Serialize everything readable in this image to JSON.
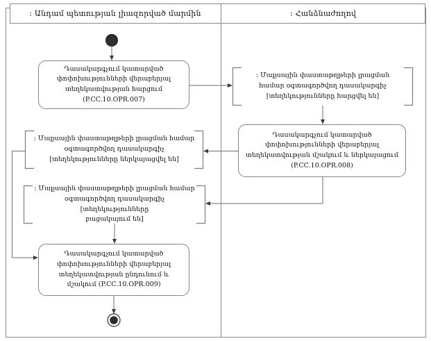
{
  "diagram": {
    "type": "uml-activity-swimlane",
    "lanes": {
      "left": {
        "title": ": Անդամ պետության լիազորված մարմին"
      },
      "right": {
        "title": ": Հանձնաժողով"
      }
    },
    "nodes": {
      "action_opr007": {
        "label": "Դասակարգչում կատարված\nփոփոխությունների վերաբերյալ\nտեղեկատվության հարցում\n(P.CC.10.OPR.007)",
        "code": "P.CC.10.OPR.007"
      },
      "object_requested": {
        "label": ": Մաքսային փաստաթղթերի լրացման\nհամար օգտագործվող դասակարգիչ\n[տեղեկությունները հարցվել են]",
        "state": "տեղեկությունները հարցվել են"
      },
      "action_opr008": {
        "label": "Դասակարգչում կատարված\nփոփոխությունների վերաբերյալ\nտեղեկատվության մշակում և ներկայացում\n(P.CC.10.OPR.008)",
        "code": "P.CC.10.OPR.008"
      },
      "object_submitted": {
        "label": ": Մաքսային փաստաթղթերի լրացման համար\nօգտագործվող դասակարգիչ\n[տեղեկությունները ներկայացվել են]",
        "state": "տեղեկությունները ներկայացվել են"
      },
      "object_missing": {
        "label": ": Մաքսային փաստաթղթերի լրացման համար\nօգտագործվող դասակարգիչ [տեղեկությունները\nբացակայում են]",
        "state": "տեղեկությունները բացակայում են"
      },
      "action_opr009": {
        "label": "Դասակարգչում կատարված\nփոփոխությունների վերաբերյալ\nտեղեկատվության ընդունում և\nմշակում (P.CC.10.OPR.009)",
        "code": "P.CC.10.OPR.009"
      }
    },
    "terminals": {
      "start": "initial-node",
      "end": "activity-final-node"
    },
    "colors": {
      "line": "#7d7d7d",
      "box_border": "#848484",
      "box_fill": "#ffffff",
      "terminal_fill": "#2f2f2f",
      "text": "#111111"
    }
  }
}
